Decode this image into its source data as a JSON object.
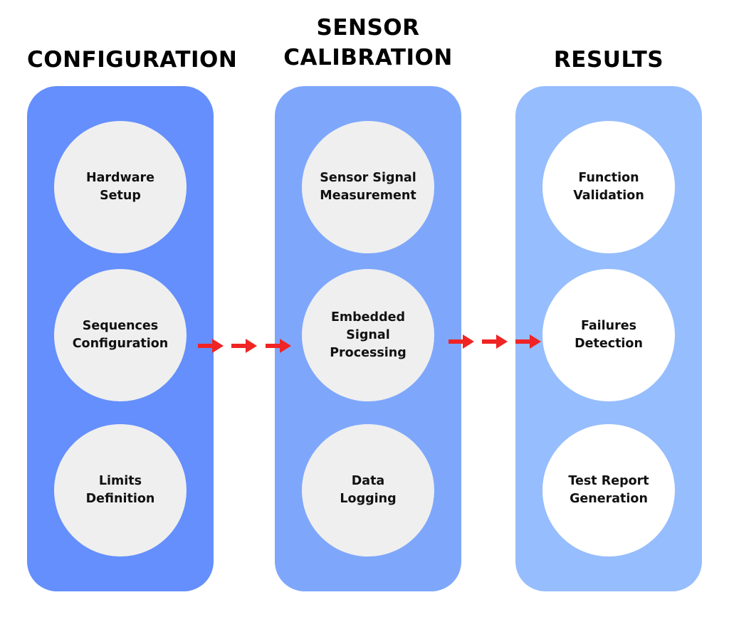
{
  "colors": {
    "configuration_panel": "#648ffc",
    "calibration_panel": "#7ea7fc",
    "results_panel": "#96bdfd",
    "circle_light": "#efefef",
    "circle_white": "#ffffff",
    "arrow": "#f02424"
  },
  "columns": [
    {
      "title": "CONFIGURATION",
      "steps": [
        "Hardware Setup",
        "Sequences Configuration",
        "Limits Definition"
      ]
    },
    {
      "title": "SENSOR CALIBRATION",
      "steps": [
        "Sensor Signal Measurement",
        "Embedded Signal Processing",
        "Data Logging"
      ]
    },
    {
      "title": "RESULTS",
      "steps": [
        "Function Validation",
        "Failures Detection",
        "Test Report Generation"
      ]
    }
  ],
  "connectors": [
    {
      "from": "CONFIGURATION",
      "to": "SENSOR CALIBRATION",
      "icon": "red-arrow-icon",
      "count": 3
    },
    {
      "from": "SENSOR CALIBRATION",
      "to": "RESULTS",
      "icon": "red-arrow-icon",
      "count": 3
    }
  ]
}
